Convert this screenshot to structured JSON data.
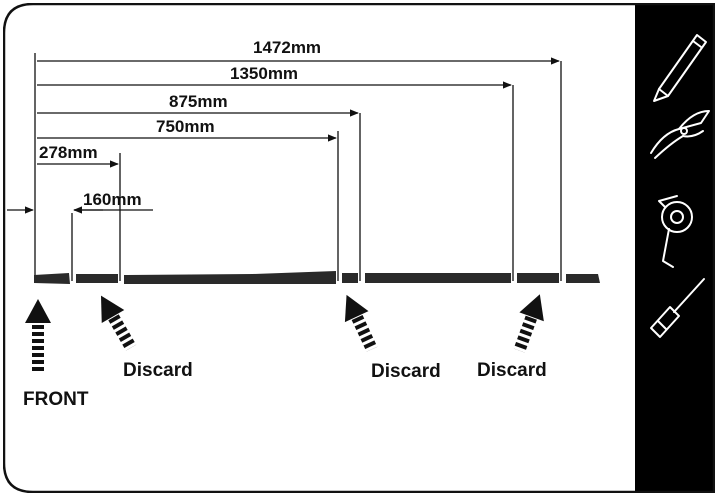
{
  "dimensions": [
    {
      "id": "dim-1472",
      "label": "1472mm"
    },
    {
      "id": "dim-1350",
      "label": "1350mm"
    },
    {
      "id": "dim-875",
      "label": "875mm"
    },
    {
      "id": "dim-750",
      "label": "750mm"
    },
    {
      "id": "dim-278",
      "label": "278mm"
    },
    {
      "id": "dim-160",
      "label": "160mm"
    }
  ],
  "labels": {
    "front": "FRONT",
    "discard_1": "Discard",
    "discard_2": "Discard",
    "discard_3": "Discard"
  },
  "sidebar": {
    "tools": [
      "pencil-icon",
      "side-cutter-pliers-icon",
      "tape-measure-icon",
      "screwdriver-icon"
    ]
  },
  "colors": {
    "ink": "#111111",
    "sidebar": "#000000",
    "background": "#ffffff"
  }
}
